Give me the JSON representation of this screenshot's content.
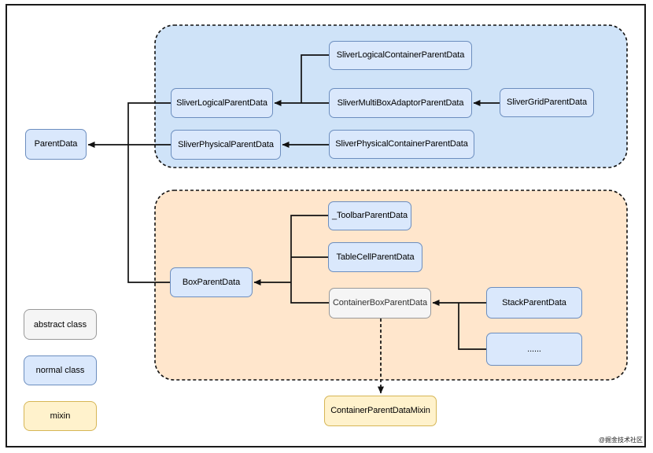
{
  "diagram": {
    "title_hint": "Flutter ParentData class hierarchy",
    "nodes": {
      "parent_data": {
        "label": "ParentData",
        "kind": "normal"
      },
      "sliver_logical_parent_data": {
        "label": "SliverLogicalParentData",
        "kind": "normal"
      },
      "sliver_physical_parent_data": {
        "label": "SliverPhysicalParentData",
        "kind": "normal"
      },
      "sliver_logical_container_parent_data": {
        "label": "SliverLogicalContainerParentData",
        "kind": "normal"
      },
      "sliver_multi_box_adaptor_parent_data": {
        "label": "SliverMultiBoxAdaptorParentData",
        "kind": "normal"
      },
      "sliver_physical_container_parent_data": {
        "label": "SliverPhysicalContainerParentData",
        "kind": "normal"
      },
      "sliver_grid_parent_data": {
        "label": "SliverGridParentData",
        "kind": "normal"
      },
      "toolbar_parent_data": {
        "label": "_ToolbarParentData",
        "kind": "normal"
      },
      "table_cell_parent_data": {
        "label": "TableCellParentData",
        "kind": "normal"
      },
      "box_parent_data": {
        "label": "BoxParentData",
        "kind": "normal"
      },
      "container_box_parent_data": {
        "label": "ContainerBoxParentData",
        "kind": "abstract"
      },
      "stack_parent_data": {
        "label": "StackParentData",
        "kind": "normal"
      },
      "ellipsis_node": {
        "label": "......",
        "kind": "normal"
      },
      "container_parent_data_mixin": {
        "label": "ContainerParentDataMixin",
        "kind": "mixin"
      }
    },
    "legend": [
      {
        "label": "abstract class",
        "kind": "abstract"
      },
      {
        "label": "normal class",
        "kind": "normal"
      },
      {
        "label": "mixin",
        "kind": "mixin"
      }
    ],
    "watermark": "@掘金技术社区",
    "colors": {
      "normal_fill": "#dae8fc",
      "normal_border": "#6c8ebf",
      "abstract_fill": "#f5f5f5",
      "abstract_border": "#999999",
      "mixin_fill": "#fff2cc",
      "mixin_border": "#d6b656",
      "sliver_group_fill": "#cfe3f8",
      "box_group_fill": "#ffe6cc",
      "connector": "#111111"
    }
  }
}
